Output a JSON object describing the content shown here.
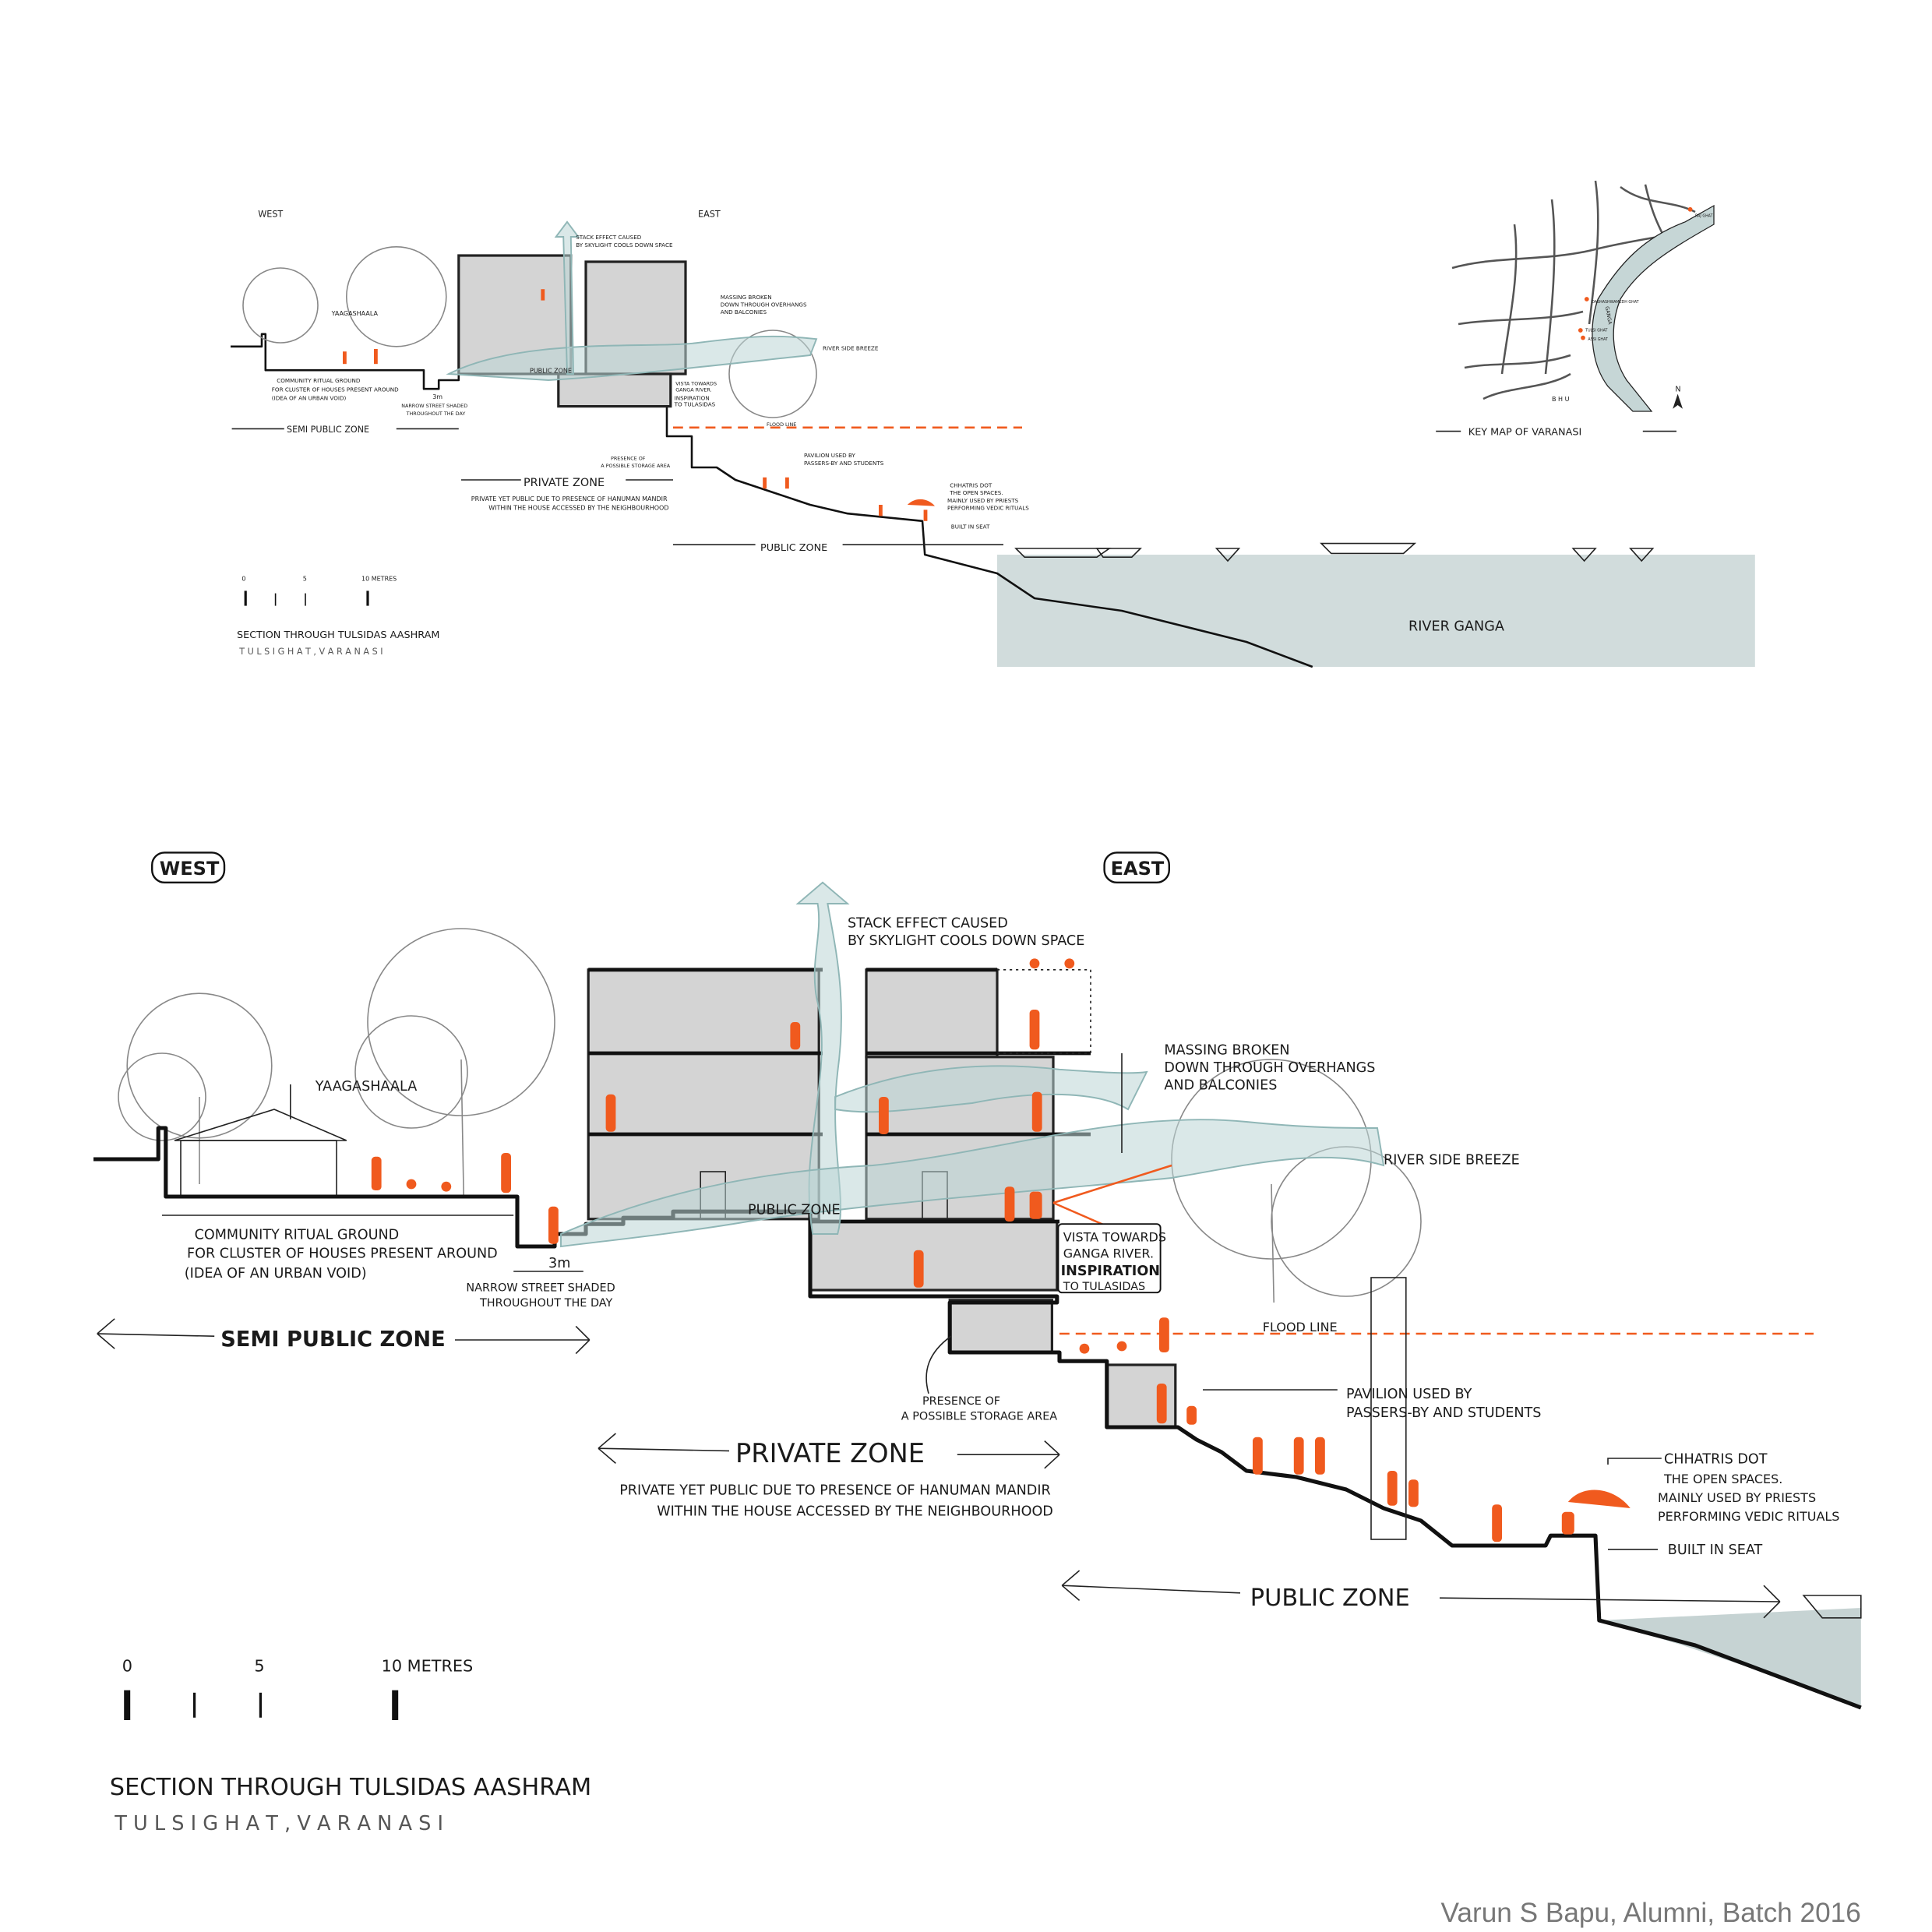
{
  "colors": {
    "accent": "#f05a1e",
    "water": "#c6d3d3",
    "breeze": "#bcd6d6",
    "ink": "#1a1a1a"
  },
  "top_section": {
    "west": "WEST",
    "east": "EAST",
    "yaagashaala": "YAAGASHAALA",
    "stack_effect": [
      "STACK EFFECT CAUSED",
      "BY SKYLIGHT COOLS DOWN SPACE"
    ],
    "massing": [
      "MASSING BROKEN",
      "DOWN THROUGH OVERHANGS",
      "AND BALCONIES"
    ],
    "river_breeze": "RIVER SIDE BREEZE",
    "community": [
      "COMMUNITY RITUAL GROUND",
      "FOR CLUSTER OF HOUSES PRESENT AROUND",
      "(IDEA OF AN URBAN VOID)"
    ],
    "dimension": "3m",
    "narrow_street": [
      "NARROW STREET SHADED",
      "THROUGHOUT THE DAY"
    ],
    "public_zone_inside": "PUBLIC ZONE",
    "vista": [
      "VISTA TOWARDS",
      "GANGA RIVER."
    ],
    "inspiration": [
      "INSPIRATION",
      "TO TULASIDAS"
    ],
    "flood_line": "FLOOD LINE",
    "semi_public": "SEMI PUBLIC ZONE",
    "storage": [
      "PRESENCE OF",
      "A POSSIBLE STORAGE AREA"
    ],
    "pavilion": [
      "PAVILION USED BY",
      "PASSERS-BY AND STUDENTS"
    ],
    "private_zone": "PRIVATE ZONE",
    "private_desc": [
      "PRIVATE YET PUBLIC DUE TO PRESENCE OF HANUMAN MANDIR",
      "WITHIN THE HOUSE ACCESSED BY THE NEIGHBOURHOOD"
    ],
    "chhatris": [
      "CHHATRIS DOT",
      "THE OPEN SPACES.",
      "MAINLY USED BY PRIESTS",
      "PERFORMING VEDIC RITUALS"
    ],
    "built_in_seat": "BUILT IN SEAT",
    "public_zone": "PUBLIC ZONE",
    "river_ganga": "RIVER GANGA",
    "scale": {
      "zero": "0",
      "five": "5",
      "ten": "10 METRES"
    },
    "title": "SECTION THROUGH TULSIDAS AASHRAM",
    "subtitle": "T U L S I   G H A T  ,  V A R A N A S I"
  },
  "key_map": {
    "title": "KEY MAP OF VARANASI",
    "river": "GANGA",
    "north": "N",
    "bhu": "B H U",
    "places": [
      "RAJ GHAT",
      "DASHASHWAMEDH GHAT",
      "TULSI GHAT",
      "ASSI GHAT"
    ]
  },
  "main_section": {
    "west": "WEST",
    "east": "EAST",
    "yaagashaala": "YAAGASHAALA",
    "stack_effect": [
      "STACK EFFECT CAUSED",
      "BY SKYLIGHT COOLS DOWN SPACE"
    ],
    "massing": [
      "MASSING BROKEN",
      "DOWN THROUGH OVERHANGS",
      "AND BALCONIES"
    ],
    "river_breeze": "RIVER SIDE BREEZE",
    "community": [
      "COMMUNITY RITUAL GROUND",
      "FOR CLUSTER OF HOUSES PRESENT AROUND",
      "(IDEA OF AN URBAN VOID)"
    ],
    "dimension": "3m",
    "narrow_street": [
      "NARROW STREET SHADED",
      "THROUGHOUT THE DAY"
    ],
    "public_zone_inside": "PUBLIC ZONE",
    "vista": [
      "VISTA TOWARDS",
      "GANGA RIVER."
    ],
    "inspiration": [
      "INSPIRATION",
      "TO TULASIDAS"
    ],
    "flood_line": "FLOOD LINE",
    "semi_public": "SEMI PUBLIC ZONE",
    "storage": [
      "PRESENCE OF",
      "A POSSIBLE STORAGE AREA"
    ],
    "pavilion": [
      "PAVILION USED BY",
      "PASSERS-BY AND STUDENTS"
    ],
    "private_zone": "PRIVATE ZONE",
    "private_desc": [
      "PRIVATE YET PUBLIC DUE TO PRESENCE OF HANUMAN MANDIR",
      "WITHIN THE HOUSE ACCESSED BY THE NEIGHBOURHOOD"
    ],
    "chhatris": [
      "CHHATRIS DOT",
      "THE OPEN SPACES.",
      "MAINLY USED BY PRIESTS",
      "PERFORMING VEDIC RITUALS"
    ],
    "built_in_seat": "BUILT IN SEAT",
    "public_zone": "PUBLIC ZONE",
    "scale": {
      "zero": "0",
      "five": "5",
      "ten": "10 METRES"
    },
    "title": "SECTION THROUGH TULSIDAS AASHRAM",
    "subtitle": "T U L S I   G H A T  ,  V A R A N A S I"
  },
  "credit": "Varun S Bapu, Alumni, Batch 2016"
}
